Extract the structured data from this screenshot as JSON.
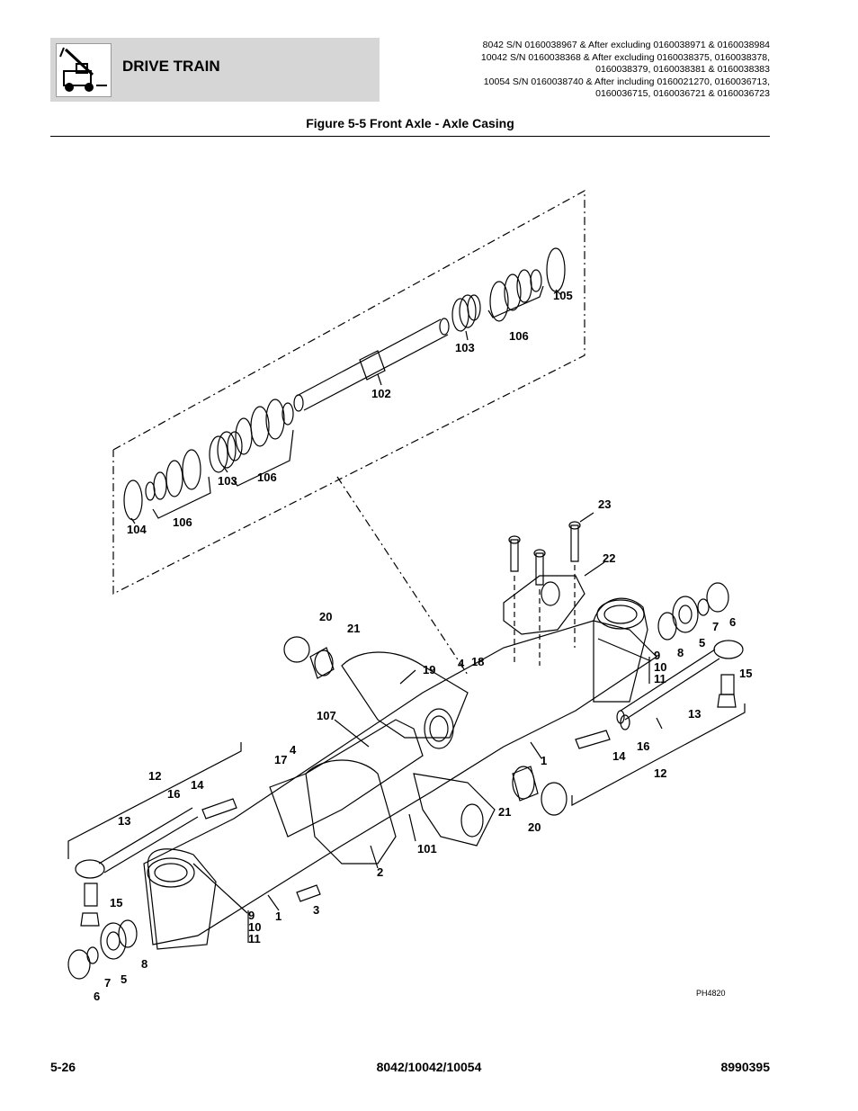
{
  "header": {
    "section": "DRIVE TRAIN",
    "serial_lines": [
      "8042 S/N 0160038967 & After excluding 0160038971 & 0160038984",
      "10042 S/N 0160038368 & After excluding 0160038375, 0160038378,",
      "0160038379, 0160038381 & 0160038383",
      "10054 S/N 0160038740 & After including 0160021270, 0160036713,",
      "0160036715, 0160036721 & 0160036723"
    ]
  },
  "figure": {
    "title": "Figure 5-5 Front Axle - Axle Casing",
    "ph_code": "PH4820",
    "callouts": {
      "c105": "105",
      "c106a": "106",
      "c103a": "103",
      "c102": "102",
      "c103b": "103",
      "c106b": "106",
      "c106c": "106",
      "c104": "104",
      "c23": "23",
      "c22": "22",
      "c20a": "20",
      "c21a": "21",
      "c19": "19",
      "c4a": "4",
      "c18": "18",
      "c6a": "6",
      "c7a": "7",
      "c5a": "5",
      "c8a": "8",
      "c9a": "9",
      "c10a": "10",
      "c11a": "11",
      "c15a": "15",
      "c13a": "13",
      "c16a": "16",
      "c14a": "14",
      "c12a": "12",
      "c1a": "1",
      "c107": "107",
      "c4b": "4",
      "c17": "17",
      "c12b": "12",
      "c16b": "16",
      "c14b": "14",
      "c13b": "13",
      "c21b": "21",
      "c20b": "20",
      "c101": "101",
      "c2": "2",
      "c3": "3",
      "c1b": "1",
      "c9b": "9",
      "c10b": "10",
      "c11b": "11",
      "c15b": "15",
      "c8b": "8",
      "c5b": "5",
      "c7b": "7",
      "c6b": "6"
    }
  },
  "footer": {
    "page": "5-26",
    "models": "8042/10042/10054",
    "doc_number": "8990395"
  }
}
